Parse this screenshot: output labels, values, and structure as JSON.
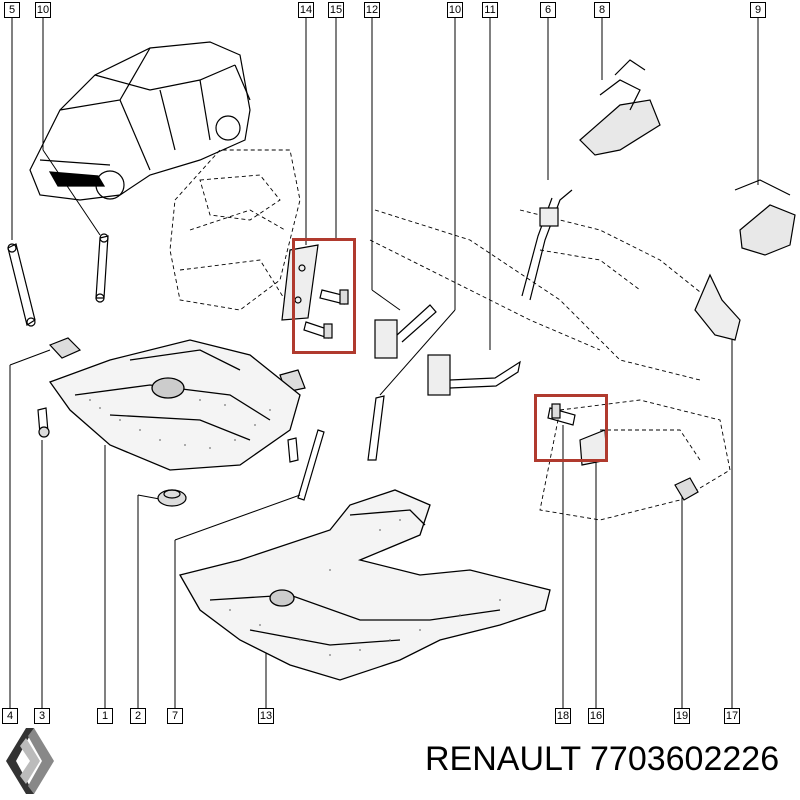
{
  "caption": {
    "brand": "RENAULT",
    "part_number": "7703602226"
  },
  "logo": {
    "name": "renault-diamond-logo",
    "icon": "renault-diamond-icon",
    "color": "#222222"
  },
  "highlight": {
    "color": "#b03a2e"
  },
  "callouts_top": [
    "5",
    "10",
    "14",
    "15",
    "12",
    "10",
    "11",
    "6",
    "8",
    "9"
  ],
  "callouts_bottom": [
    "4",
    "3",
    "1",
    "2",
    "7",
    "13",
    "18",
    "16",
    "19",
    "17"
  ]
}
